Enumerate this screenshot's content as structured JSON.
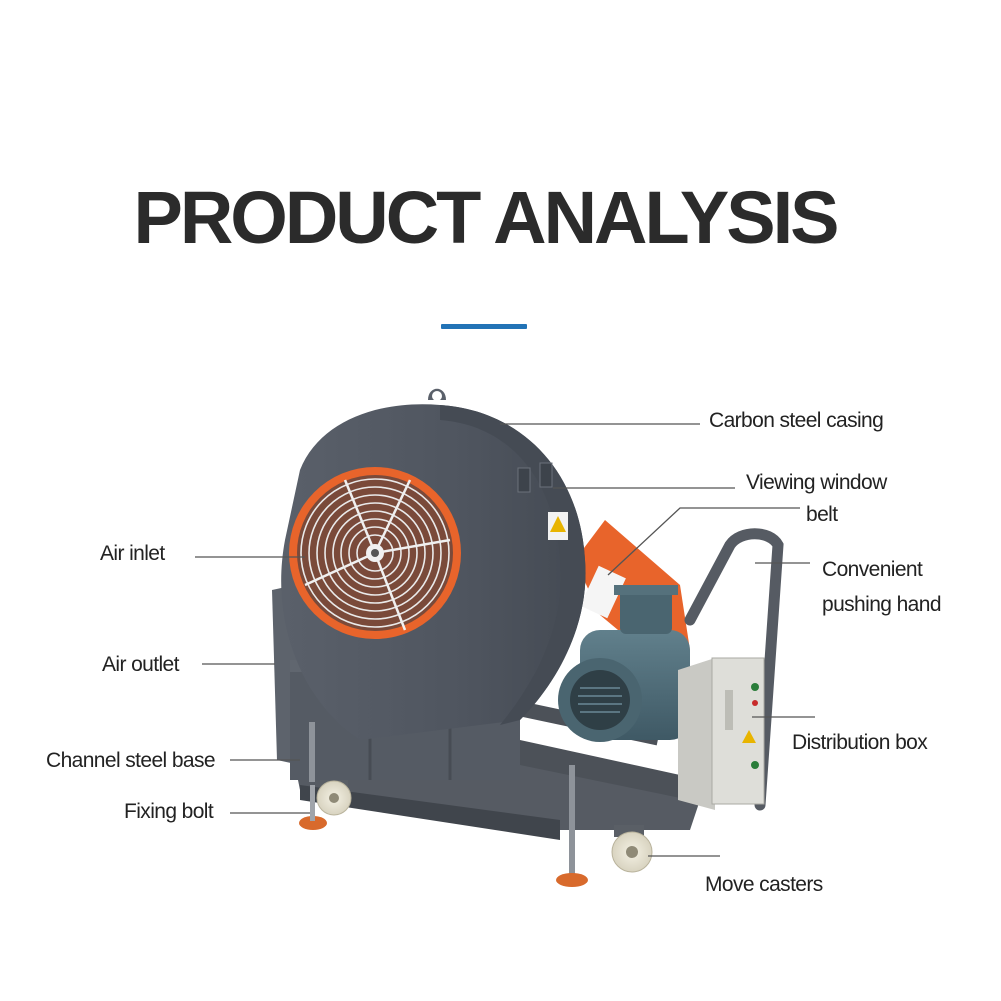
{
  "header": {
    "title": "PRODUCT ANALYSIS",
    "accent_color": "#2273b6"
  },
  "product": {
    "casing_color": "#4f555f",
    "frame_color": "#565b63",
    "guard_color": "#e8642b",
    "motor_color": "#4f6975"
  },
  "callouts": {
    "carbon_steel_casing": "Carbon steel casing",
    "viewing_window": "Viewing window",
    "belt": "belt",
    "convenient_line1": "Convenient",
    "convenient_line2": "pushing hand",
    "air_inlet": "Air inlet",
    "air_outlet": "Air outlet",
    "distribution_box": "Distribution box",
    "channel_steel_base": "Channel steel base",
    "fixing_bolt": "Fixing bolt",
    "move_casters": "Move casters"
  }
}
